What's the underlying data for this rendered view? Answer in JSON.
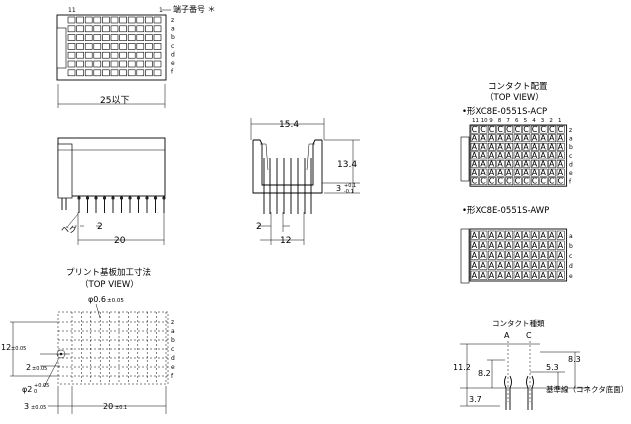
{
  "top_left": {
    "pin_num_11": "11",
    "pin_num_1": "1",
    "terminal_label": "端子番号 ＊",
    "rows": [
      "z",
      "a",
      "b",
      "c",
      "d",
      "e",
      "f"
    ],
    "width_dim": "25以下"
  },
  "side_view": {
    "pitch": "2",
    "length": "20",
    "peg": "ペグ"
  },
  "end_view": {
    "top_width": "15.4",
    "height": "13.4",
    "gap": "3",
    "tol_plus": "+0.1",
    "tol_minus": "-0.1",
    "pitch": "2",
    "bottom_width": "12"
  },
  "contact_layout": {
    "title": "コンタクト配置",
    "view": "（TOP VIEW）",
    "model_acp": "•形XC8E-0551S-ACP",
    "model_awp": "•形XC8E-0551S-AWP",
    "col_nums": [
      "11",
      "10",
      "9",
      "8",
      "7",
      "6",
      "5",
      "4",
      "3",
      "2",
      "1"
    ],
    "rows": [
      "z",
      "a",
      "b",
      "c",
      "d",
      "e",
      "f"
    ],
    "acp_grid": [
      "CCCCCCCCCCC",
      "AAAAAAAAAAA",
      "AAAAAAAAAAA",
      "AAAAAAAAAAA",
      "AAAAAAAAAAA",
      "AAAAAAAAAAA",
      "CCCCCCCCCCC"
    ],
    "awp_grid": [
      "AAAAAAAAAAA",
      "AAAAAAAAAAA",
      "AAAAAAAAAAA",
      "AAAAAAAAAAA",
      "AAAAAAAAAAA"
    ],
    "awp_rows": [
      "a",
      "b",
      "c",
      "d",
      "e"
    ]
  },
  "pcb": {
    "title": "プリント基板加工寸法",
    "view": "（TOP VIEW）",
    "hole_dim": "φ0.6",
    "hole_tol": "±0.05",
    "height_dim": "12",
    "height_tol": "±0.05",
    "offset_dim": "2",
    "offset_tol": "±0.05",
    "peg_dim": "φ2",
    "peg_tol_plus": "+0.05",
    "peg_tol_minus": "0",
    "left_dim": "3",
    "left_tol": "±0.05",
    "width_dim": "20",
    "width_tol": "±0.1",
    "rows": [
      "z",
      "a",
      "b",
      "c",
      "d",
      "e",
      "f"
    ]
  },
  "contact_types": {
    "title": "コンタクト種類",
    "type_a": "A",
    "type_c": "C",
    "h_11_2": "11.2",
    "h_8_2": "8.2",
    "h_5_3": "5.3",
    "h_8_3": "8.3",
    "h_3_7": "3.7",
    "ref_line": "基準線（コネクタ底面）"
  }
}
